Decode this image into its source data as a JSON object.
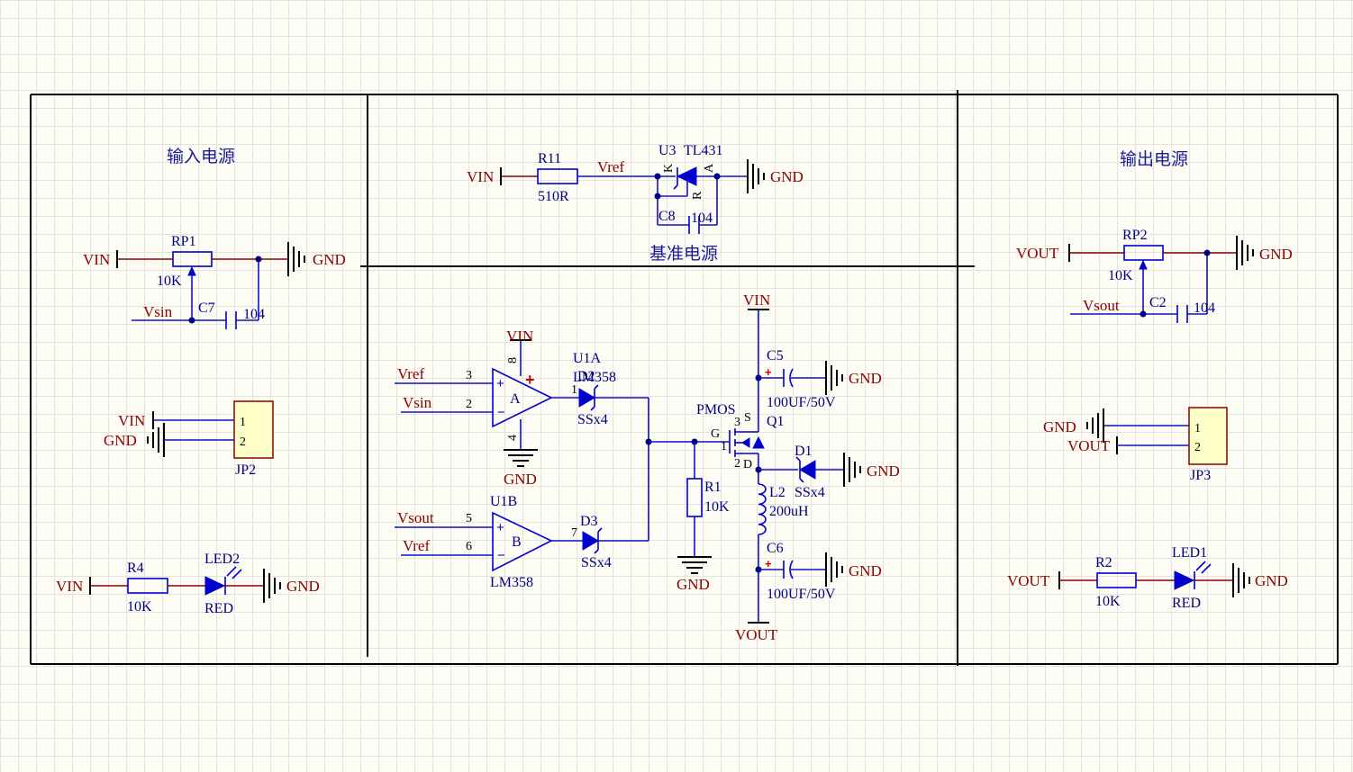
{
  "titles": {
    "input_power": "输入电源",
    "reference": "基准电源",
    "output_power": "输出电源"
  },
  "nets": {
    "vin": "VIN",
    "gnd": "GND",
    "vsin": "Vsin",
    "vref": "Vref",
    "vsout": "Vsout",
    "vout": "VOUT"
  },
  "components": {
    "rp1": {
      "ref": "RP1",
      "value": "10K"
    },
    "c7": {
      "ref": "C7",
      "value": "104"
    },
    "jp2": {
      "ref": "JP2",
      "pins": [
        "1",
        "2"
      ]
    },
    "r4": {
      "ref": "R4",
      "value": "10K"
    },
    "led2": {
      "ref": "LED2",
      "value": "RED"
    },
    "r11": {
      "ref": "R11",
      "value": "510R"
    },
    "u3": {
      "ref": "U3",
      "value": "TL431",
      "pins": [
        "K",
        "R",
        "A"
      ]
    },
    "c8": {
      "ref": "C8",
      "value": "104"
    },
    "u1a": {
      "ref": "U1A",
      "value": "LM358",
      "unit": "A",
      "pins": [
        "3",
        "2",
        "1",
        "8",
        "4"
      ]
    },
    "u1b": {
      "ref": "U1B",
      "value": "LM358",
      "unit": "B",
      "pins": [
        "5",
        "6",
        "7"
      ]
    },
    "d2": {
      "ref": "D2",
      "value": "SSx4"
    },
    "d3": {
      "ref": "D3",
      "value": "SSx4"
    },
    "r1": {
      "ref": "R1",
      "value": "10K"
    },
    "q1": {
      "ref": "Q1",
      "value": "PMOS",
      "pins": [
        "G",
        "S",
        "D",
        "3",
        "1",
        "2"
      ]
    },
    "c5": {
      "ref": "C5",
      "value": "100UF/50V"
    },
    "c6": {
      "ref": "C6",
      "value": "100UF/50V"
    },
    "d1": {
      "ref": "D1",
      "value": "SSx4"
    },
    "l2": {
      "ref": "L2",
      "value": "200uH"
    },
    "rp2": {
      "ref": "RP2",
      "value": "10K"
    },
    "c2": {
      "ref": "C2",
      "value": "104"
    },
    "jp3": {
      "ref": "JP3",
      "pins": [
        "1",
        "2"
      ]
    },
    "r2": {
      "ref": "R2",
      "value": "10K"
    },
    "led1": {
      "ref": "LED1",
      "value": "RED"
    }
  },
  "colors": {
    "wire": "#1010c8",
    "net_label": "#8b0000",
    "designator": "#000080",
    "component": "#0000cc",
    "border": "#000000",
    "header_fill": "#ffffc8",
    "background": "#fdfcf5",
    "grid": "#e3e2dc"
  }
}
